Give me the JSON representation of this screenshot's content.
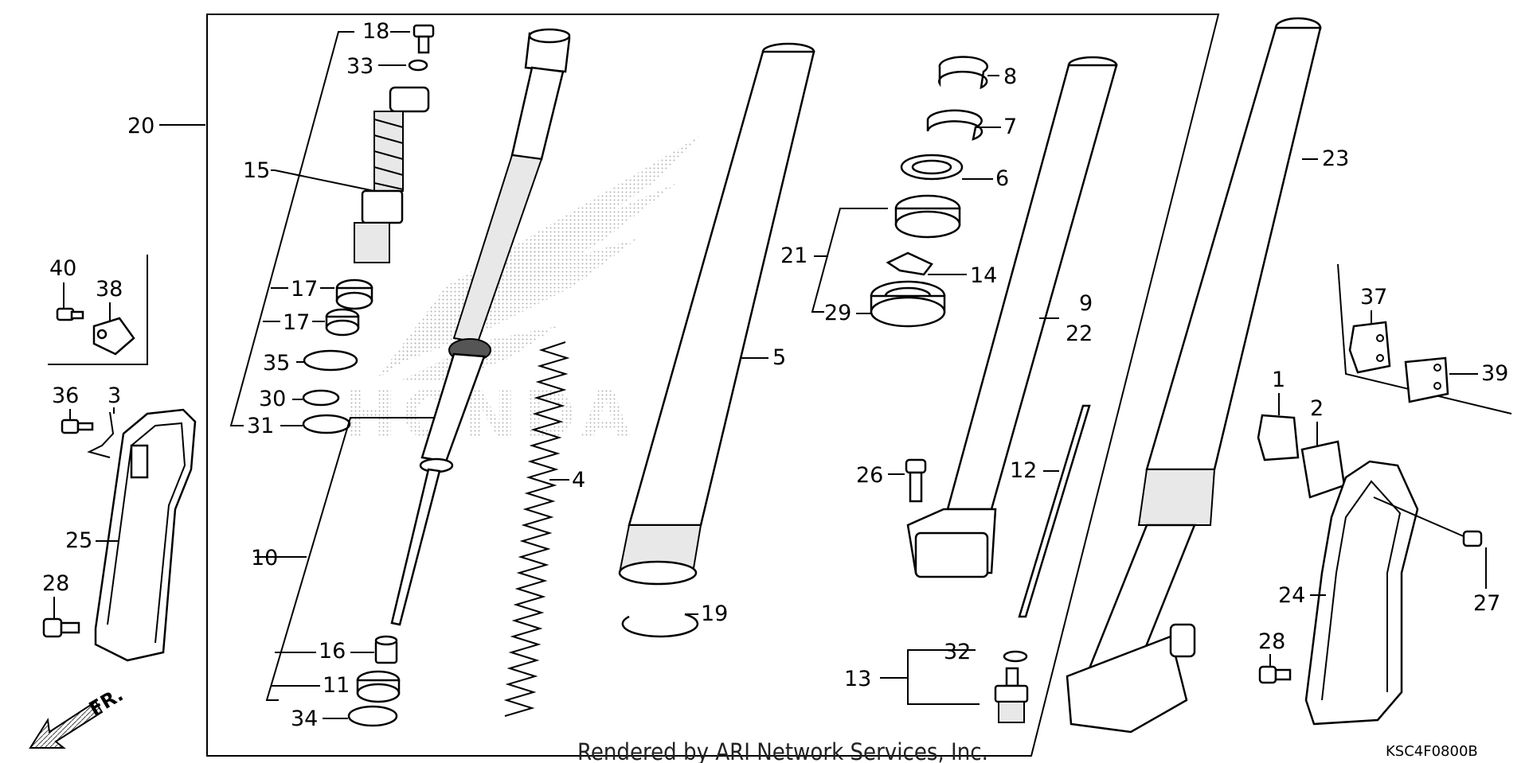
{
  "labels": {
    "p1": "1",
    "p2": "2",
    "p3": "3",
    "p4": "4",
    "p5": "5",
    "p6": "6",
    "p7": "7",
    "p8": "8",
    "p9": "9",
    "p10": "10",
    "p11": "11",
    "p12": "12",
    "p13": "13",
    "p14": "14",
    "p15": "15",
    "p16": "16",
    "p17a": "17",
    "p17b": "17",
    "p18": "18",
    "p19": "19",
    "p20": "20",
    "p21": "21",
    "p22": "22",
    "p23": "23",
    "p24": "24",
    "p25": "25",
    "p26": "26",
    "p27": "27",
    "p28a": "28",
    "p28b": "28",
    "p29": "29",
    "p30": "30",
    "p31": "31",
    "p32": "32",
    "p33": "33",
    "p34": "34",
    "p35": "35",
    "p36": "36",
    "p37": "37",
    "p38": "38",
    "p39": "39",
    "p40": "40"
  },
  "watermark": "HONDA",
  "direction_label": "FR.",
  "credit": "Rendered by ARI Network Services, Inc.",
  "diagram_code": "KSC4F0800B"
}
